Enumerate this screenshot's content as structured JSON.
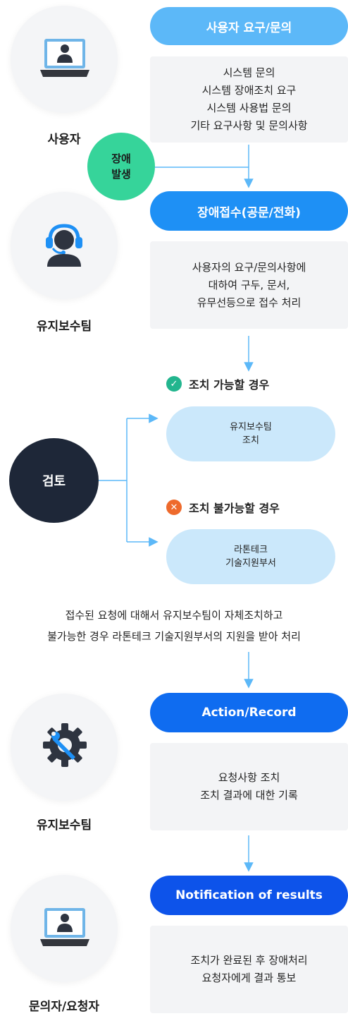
{
  "roles": {
    "user": "사용자",
    "team": "유지보수팀",
    "review": "검토",
    "team2": "유지보수팀",
    "requester": "문의자/요청자"
  },
  "incident": {
    "line1": "장애",
    "line2": "발생"
  },
  "steps": {
    "request": {
      "title": "사용자 요구/문의",
      "lines": [
        "시스템 문의",
        "시스템 장애조치 요구",
        "시스템 사용법 문의",
        "기타 요구사항 및 문의사항"
      ]
    },
    "intake": {
      "title": "장애접수(공문/전화)",
      "lines": [
        "사용자의 요구/문의사항에",
        "대하여 구두, 문서,",
        "유무선등으로 접수 처리"
      ]
    },
    "review": {
      "possible": "조치 가능할 경우",
      "possible_result": [
        "유지보수팀",
        "조치"
      ],
      "impossible": "조치 불가능할 경우",
      "impossible_result": [
        "라톤테크",
        "기술지원부서"
      ]
    },
    "note": [
      "접수된 요청에 대해서 유지보수팀이 자체조치하고",
      "불가능한 경우 라톤테크 기술지원부서의 지원을 받아 처리"
    ],
    "action": {
      "title": "Action/Record",
      "lines": [
        "요청사항 조치",
        "조치 결과에 대한 기록"
      ]
    },
    "notify": {
      "title": "Notification of results",
      "lines": [
        "조치가 완료된 후 장애처리",
        "요청자에게 결과 통보"
      ]
    }
  },
  "icons": {
    "user": "laptop-user-icon",
    "team": "headset-agent-icon",
    "tools": "gear-wrench-icon",
    "requester": "laptop-user-icon",
    "check": "check-icon",
    "cross": "x-icon"
  },
  "colors": {
    "pill_light": "#5cb8f8",
    "pill_mid": "#1e90f5",
    "pill_deep": "#0f6cf0",
    "pill_navy": "#0d53ea",
    "incident": "#36d49a",
    "review": "#1e2738",
    "check": "#22b58e",
    "cross": "#ee6a2c",
    "arrow": "#5cb8f8"
  }
}
